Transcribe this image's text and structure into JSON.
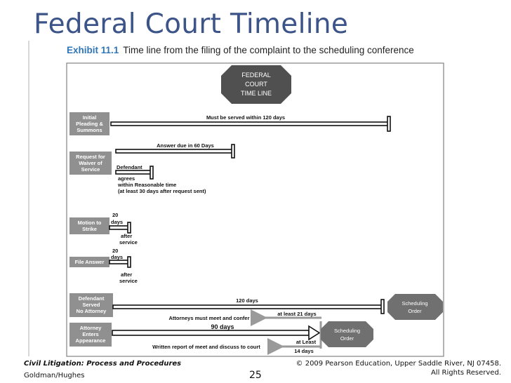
{
  "slide": {
    "title": "Federal Court Timeline"
  },
  "exhibit": {
    "label": "Exhibit 11.1",
    "caption": "Time line from the filing of the complaint to the scheduling conference"
  },
  "diagram": {
    "header_lines": [
      "FEDERAL",
      "COURT",
      "TIME LINE"
    ],
    "events": {
      "initial_pleading": [
        "Initial",
        "Pleading &",
        "Summons"
      ],
      "request_waiver": [
        "Request for",
        "Waiver of",
        "Service"
      ],
      "motion_strike": [
        "Motion to",
        "Strike"
      ],
      "file_answer": [
        "File Answer"
      ],
      "defendant_no_attorney": [
        "Defendant",
        "Served",
        "No Attorney"
      ],
      "attorney_enters": [
        "Attorney",
        "Enters",
        "Appearance"
      ]
    },
    "labels": {
      "served_120": "Must be served within 120 days",
      "answer_60": "Answer due in 60 Days",
      "defendant_agrees": [
        "Defendant",
        "agrees",
        "within Reasonable  time",
        "(at least 30 days after request sent)"
      ],
      "motion_20": [
        "20",
        "days"
      ],
      "motion_after": [
        "after",
        "service"
      ],
      "answer_20": [
        "20",
        "days"
      ],
      "answer_after": [
        "after",
        "service"
      ],
      "days_120": "120 days",
      "meet_confer": "Attorneys must meet and confer",
      "at_least_21": "at least 21 days",
      "days_90": "90 days",
      "at_least_14": [
        "at Least",
        "14 days"
      ],
      "written_report": "Written report of meet and discuss to court"
    },
    "outcomes": {
      "scheduling_order_1": [
        "Scheduling",
        "Order"
      ],
      "scheduling_order_2": [
        "Scheduling",
        "Order"
      ]
    },
    "colors": {
      "box_fill": "#909090",
      "octagon_fill": "#505050",
      "arrow_gray": "#9a9a9a",
      "title_blue": "#3c5488",
      "exhibit_blue": "#2f76b8"
    }
  },
  "footer": {
    "book": "Civil Litigation: Process and Procedures",
    "authors": "Goldman/Hughes",
    "page": "25",
    "copyright": "© 2009 Pearson Education, Upper Saddle River, NJ 07458.",
    "rights": "All Rights Reserved."
  }
}
